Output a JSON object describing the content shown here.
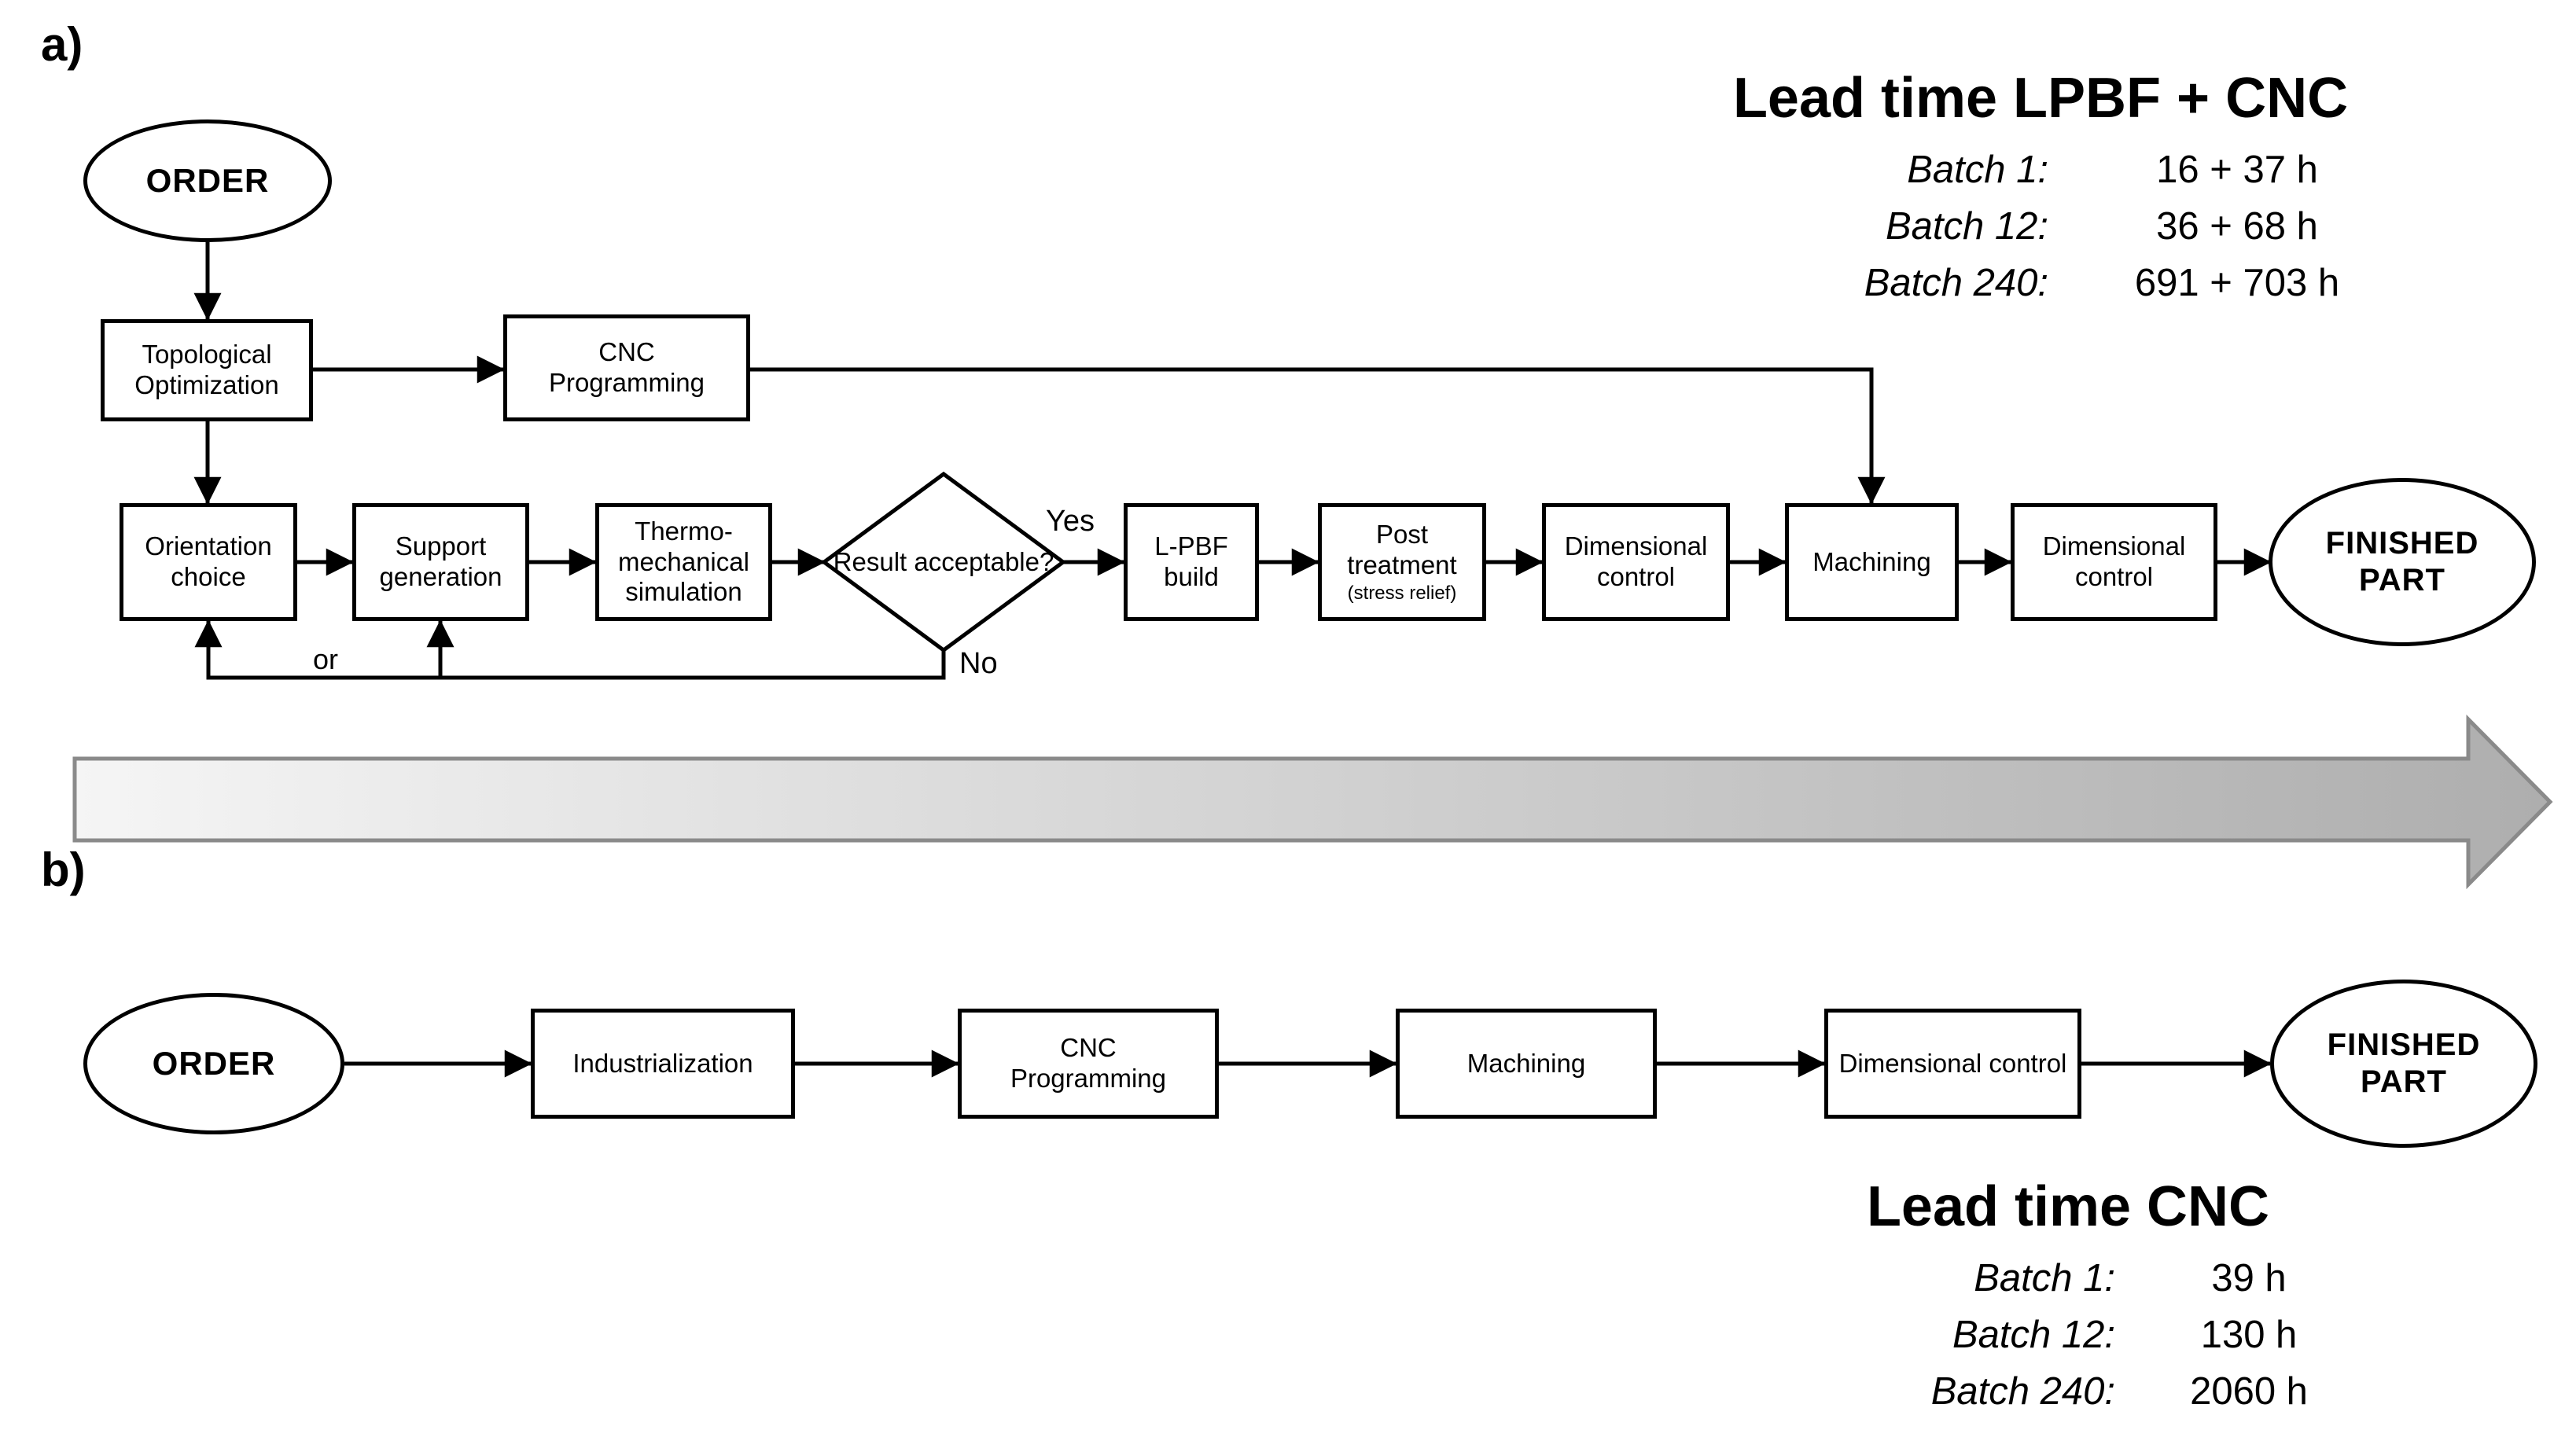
{
  "panel_a": {
    "label": "a)",
    "order": "ORDER",
    "finished": "FINISHED PART",
    "topological": "Topological Optimization",
    "cnc_programming": "CNC Programming",
    "orientation": "Orientation choice",
    "support": "Support generation",
    "thermo": "Thermo-mechanical simulation",
    "decision": "Result acceptable?",
    "yes": "Yes",
    "no": "No",
    "or": "or",
    "lpbf": "L-PBF build",
    "post_treatment": "Post treatment",
    "post_treatment_note": "(stress relief)",
    "dimensional_control_1": "Dimensional control",
    "machining": "Machining",
    "dimensional_control_2": "Dimensional control",
    "lead_time": {
      "title": "Lead time LPBF + CNC",
      "rows": [
        {
          "label": "Batch 1:",
          "value": "16 + 37 h"
        },
        {
          "label": "Batch 12:",
          "value": "36 + 68 h"
        },
        {
          "label": "Batch 240:",
          "value": "691 + 703 h"
        }
      ]
    }
  },
  "panel_b": {
    "label": "b)",
    "order": "ORDER",
    "finished": "FINISHED PART",
    "industrialization": "Industrialization",
    "cnc_programming": "CNC Programming",
    "machining": "Machining",
    "dimensional_control": "Dimensional control",
    "lead_time": {
      "title": "Lead time CNC",
      "rows": [
        {
          "label": "Batch 1:",
          "value": "39 h"
        },
        {
          "label": "Batch 12:",
          "value": "130 h"
        },
        {
          "label": "Batch 240:",
          "value": "2060 h"
        }
      ]
    }
  },
  "colors": {
    "line": "#000000",
    "timeline_gradient_start": "#f5f5f5",
    "timeline_gradient_end": "#aeaeae",
    "timeline_border": "#8a8a8a"
  }
}
